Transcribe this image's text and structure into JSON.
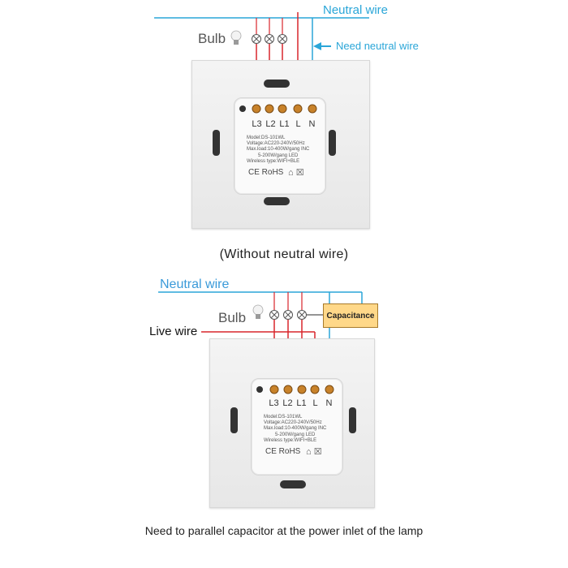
{
  "top": {
    "neutral_label": "Neutral wire",
    "need_neutral_label": "Need neutral wire",
    "bulb_label": "Bulb",
    "terminals": [
      "L3",
      "L2",
      "L1",
      "L",
      "N"
    ],
    "specs": {
      "model": "Model:DS-101WL",
      "voltage": "Voltage:AC220-240V/50Hz",
      "maxload": "Max.load:10-400W/gang  INC",
      "led": "5-200W/gang  LED",
      "wireless": "Wireless type:WIFI+BLE"
    },
    "marks": "CE RoHS",
    "caption": "(Without neutral wire)"
  },
  "bottom": {
    "neutral_label": "Neutral wire",
    "bulb_label": "Bulb",
    "live_label": "Live wire",
    "capacitance_label": "Capacitance",
    "terminals": [
      "L3",
      "L2",
      "L1",
      "L",
      "N"
    ],
    "specs": {
      "model": "Model:DS-101WL",
      "voltage": "Voltage:AC220-240V/50Hz",
      "maxload": "Max.load:10-400W/gang  INC",
      "led": "5-200W/gang  LED",
      "wireless": "Wireless type:WIFI+BLE"
    },
    "marks": "CE RoHS",
    "caption": "Need to parallel capacitor at the power inlet of the lamp"
  },
  "colors": {
    "neutral": "#2aa6d8",
    "live": "#d9262c",
    "capacitor": "#ffd889"
  }
}
